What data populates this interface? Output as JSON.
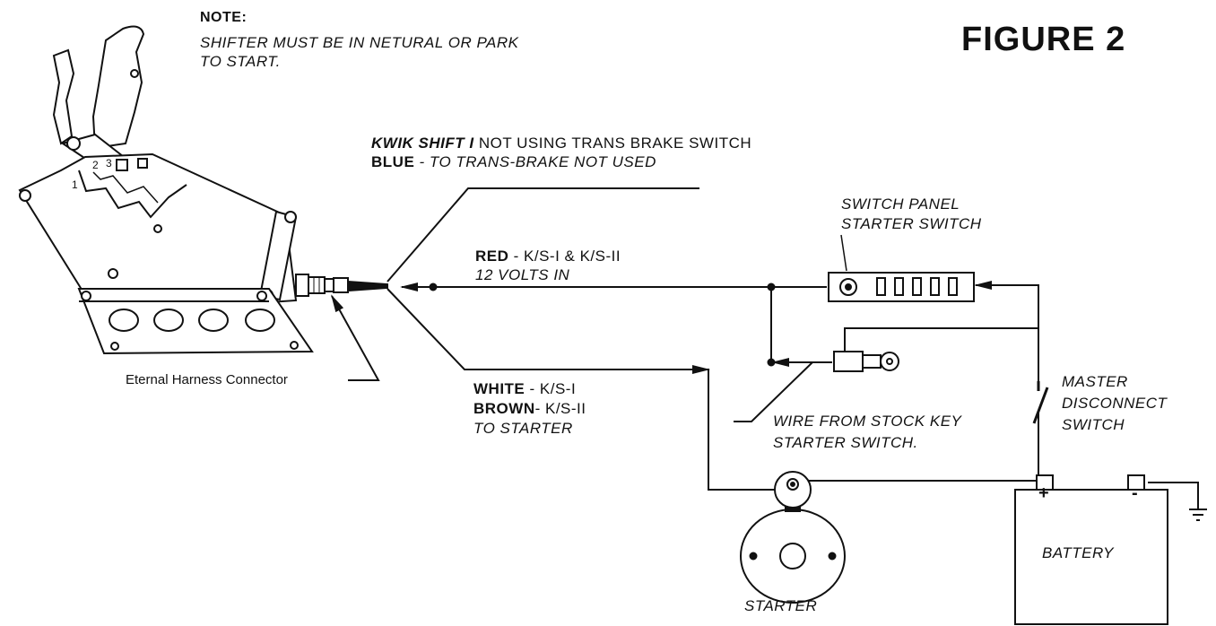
{
  "figure_title": "FIGURE 2",
  "note": {
    "heading": "NOTE:",
    "line1": "SHIFTER MUST BE IN NETURAL OR PARK",
    "line2": "TO START."
  },
  "kwik": {
    "bold": "KWIK SHIFT I",
    "rest": " NOT USING TRANS BRAKE SWITCH"
  },
  "blue": {
    "bold": "BLUE",
    "rest": " - TO TRANS-BRAKE NOT USED"
  },
  "red": {
    "bold": "RED",
    "rest": " - K/S-I & K/S-II",
    "line2": "12 VOLTS IN"
  },
  "white": {
    "bold": "WHITE",
    "rest": " - K/S-I"
  },
  "brown": {
    "bold": "BROWN",
    "rest": "- K/S-II",
    "line3": "TO STARTER"
  },
  "harness_label": "Eternal Harness Connector",
  "switch_panel": {
    "line1": "SWITCH PANEL",
    "line2": "STARTER SWITCH"
  },
  "stock_key": {
    "line1": "WIRE FROM STOCK KEY",
    "line2": "STARTER SWITCH."
  },
  "master": {
    "line1": "MASTER",
    "line2": "DISCONNECT",
    "line3": "SWITCH"
  },
  "battery_label": "BATTERY",
  "starter_label": "STARTER",
  "gate_numbers": [
    "1",
    "2",
    "3"
  ],
  "terminal_signs": {
    "positive": "+",
    "negative": "-"
  }
}
